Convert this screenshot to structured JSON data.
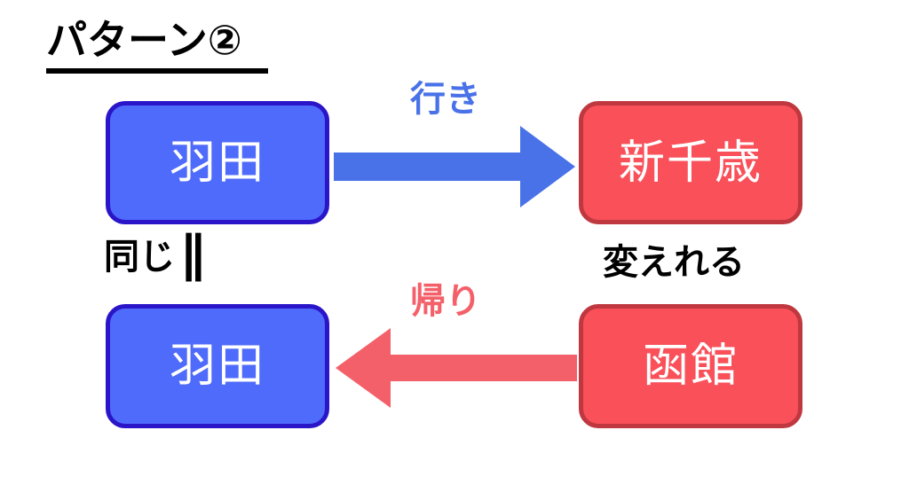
{
  "title": {
    "text": "パターン②",
    "underline": true
  },
  "colors": {
    "blue_fill": "#4F6BFB",
    "blue_border": "#2A15C8",
    "red_fill": "#F9505A",
    "red_border": "#C0383F",
    "blue_arrow": "#4A72E8",
    "red_arrow": "#F4606A",
    "text_on_node": "#FFFFFF",
    "annotation_text": "#000000",
    "background": "#FFFFFF"
  },
  "nodes": [
    {
      "id": "haneda-top",
      "label": "羽田",
      "type": "airport",
      "color": "blue",
      "row": "outbound"
    },
    {
      "id": "shinchitose",
      "label": "新千歳",
      "type": "airport",
      "color": "red",
      "row": "outbound"
    },
    {
      "id": "haneda-bottom",
      "label": "羽田",
      "type": "airport",
      "color": "blue",
      "row": "return"
    },
    {
      "id": "hakodate",
      "label": "函館",
      "type": "airport",
      "color": "red",
      "row": "return"
    }
  ],
  "arrows": [
    {
      "id": "outbound",
      "label": "行き",
      "direction": "right",
      "from": "haneda-top",
      "to": "shinchitose",
      "color": "#4A72E8"
    },
    {
      "id": "return",
      "label": "帰り",
      "direction": "left",
      "from": "hakodate",
      "to": "haneda-bottom",
      "color": "#F4606A"
    }
  ],
  "annotations": [
    {
      "id": "same",
      "text": "同じ",
      "symbol": "∥",
      "meaning": "departure-airport-must-match"
    },
    {
      "id": "changeable",
      "text": "変えれる",
      "meaning": "arrival-airport-can-differ"
    }
  ]
}
